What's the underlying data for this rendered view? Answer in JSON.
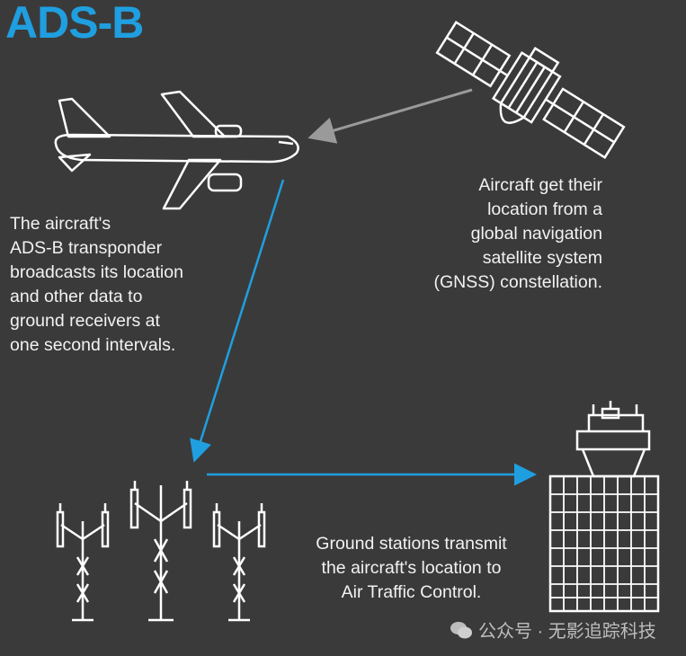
{
  "title": "ADS-B",
  "captions": {
    "aircraft": [
      "The aircraft's",
      "ADS-B transponder",
      "broadcasts its location",
      "and other data to",
      "ground receivers at",
      "one second intervals."
    ],
    "satellite": [
      "Aircraft get their",
      "location from a",
      "global navigation",
      "satellite system",
      "(GNSS) constellation."
    ],
    "ground": [
      "Ground stations transmit",
      "the aircraft's location to",
      "Air Traffic Control."
    ]
  },
  "watermark": "公众号 · 无影追踪科技",
  "colors": {
    "background": "#3b3a3a",
    "accent": "#1f9fe0",
    "gray_arrow": "#9a9a9a"
  }
}
